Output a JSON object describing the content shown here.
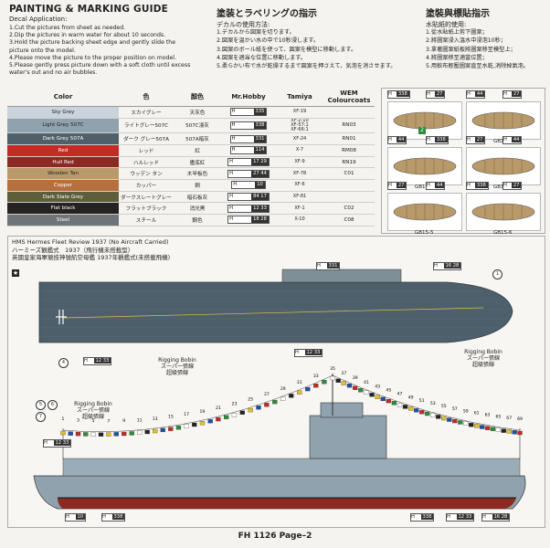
{
  "header": {
    "title": "PAINTING & MARKING GUIDE",
    "decal_application": "Decal Application:",
    "steps_en": [
      "1.Cut the pictures from sheet as needed.",
      "2.Dip the pictures in warm water for about  10 seconds.",
      "3.Hold the picture backing sheet edge and gently slide the picture onto the model.",
      "4.Please move the picture to the proper position on model.",
      "5.Please gently press picture down with a soft cloth until excess water's out and no air bubbles."
    ],
    "jp_title": "塗装とラベリングの指示",
    "jp_sub": "デカルの使用方法:",
    "steps_jp": [
      "1.デカルから図案を切ります。",
      "2.図案を温かい水の中で10秒浸します。",
      "3.図案のボール紙を使って、図案を模型に移動します。",
      "4.図案を適当な位置に移動します。",
      "5.柔らかい布で水が乾燥するまで図案を押さえて、気泡を消させます。"
    ],
    "zh_title": "塗裝與標貼指示",
    "zh_sub": "水貼紙的使用:",
    "steps_zh": [
      "1.從水貼紙上剪下圖案；",
      "2.將圖案浸入溫水中浸泡10秒；",
      "3.拿著圖案紙板將圖案移至模型上；",
      "4.將圖案移至適當位置；",
      "5.用軟布輕壓圖案直至水乾,消除掉氣泡。"
    ]
  },
  "color_table": {
    "headers": [
      "Color",
      "色",
      "顏色",
      "Mr.Hobby",
      "Tamiya",
      "WEM Colourcoats"
    ],
    "rows": [
      {
        "swatch": "#c9d3dc",
        "en": "Sky Grey",
        "jp": "スカイグレー",
        "zh": "天灰色",
        "hobby": "H",
        "hobby_n": "335",
        "tamiya": "XF-19",
        "wem": ""
      },
      {
        "swatch": "#8fa2ae",
        "en": "Light Grey 507C",
        "jp": "ライトグレー507C",
        "zh": "507C淺灰",
        "hobby": "H",
        "hobby_n": "338",
        "tamiya": "XF-2:10\nXF-57:1\nXF-66:1",
        "wem": "RN03"
      },
      {
        "swatch": "#50606b",
        "en": "Dark Grey 507A",
        "jp": "ダーク グレー507A",
        "zh": "507A暗灰",
        "hobby": "H",
        "hobby_n": "331",
        "tamiya": "XF-24",
        "wem": "RN01"
      },
      {
        "swatch": "#c52a24",
        "en": "Red",
        "jp": "レッド",
        "zh": "紅",
        "hobby": "H",
        "hobby_n": "114",
        "tamiya": "X-7",
        "wem": "RM08"
      },
      {
        "swatch": "#8a2a22",
        "en": "Hull Red",
        "jp": "ハルレッド",
        "zh": "艦底紅",
        "hobby": "H",
        "hobby_n": "17 29",
        "tamiya": "XF-9",
        "wem": "RN19"
      },
      {
        "swatch": "#b89a6a",
        "en": "Wooden Tan",
        "jp": "ウッデン タン",
        "zh": "木甲板色",
        "hobby": "H",
        "hobby_n": "27 44",
        "tamiya": "XF-78",
        "wem": "C01"
      },
      {
        "swatch": "#b5703e",
        "en": "Copper",
        "jp": "カッパー",
        "zh": "銅",
        "hobby": "H",
        "hobby_n": "10",
        "tamiya": "XF-6",
        "wem": ""
      },
      {
        "swatch": "#5e5f3a",
        "en": "Dark Slate Grey",
        "jp": "ダークスレートグレー",
        "zh": "暗石板灰",
        "hobby": "H",
        "hobby_n": "84 17",
        "tamiya": "XF-81",
        "wem": ""
      },
      {
        "swatch": "#232323",
        "en": "Flat black",
        "jp": "フラットブラック",
        "zh": "消光黑",
        "hobby": "H",
        "hobby_n": "12 33",
        "tamiya": "XF-1",
        "wem": "C02"
      },
      {
        "swatch": "#6f7478",
        "en": "Steel",
        "jp": "スチール",
        "zh": "鋼色",
        "hobby": "H",
        "hobby_n": "18 28",
        "tamiya": "X-10",
        "wem": "C08"
      }
    ]
  },
  "boats": {
    "labels": [
      "GB15-2",
      "GB15-3",
      "GB15-4",
      "GB15-5",
      "GB15-6",
      "GB15-7"
    ],
    "chips": [
      "338",
      "27",
      "44",
      "27",
      "44",
      "338",
      "27",
      "44",
      "27",
      "44",
      "338",
      "27",
      "44",
      "338",
      "27",
      "44",
      "338",
      "338",
      "27",
      "44"
    ],
    "badge": "2"
  },
  "fleet": {
    "title_en": "HMS Hermes Fleet Review 1937 (No Aircraft Carried)",
    "title_jp": "ハーミーズ観艦式　1937（飛行機未搭載型）",
    "title_zh": "英國皇家海軍競技神號航空母艦 1937年觀艦式(未搭載飛機)",
    "rigging_en": "Rigging Bobin",
    "rigging_jp": "スーパー張線",
    "rigging_zh": "超級張線",
    "flag_numbers_top": [
      "69",
      "68",
      "67",
      "66",
      "65",
      "64",
      "63",
      "62",
      "61",
      "60",
      "59",
      "58",
      "57",
      "56",
      "55",
      "54",
      "53",
      "52",
      "51",
      "50",
      "49",
      "48",
      "47",
      "46",
      "45",
      "44",
      "43",
      "42",
      "41",
      "40",
      "39",
      "38",
      "37",
      "36",
      "35",
      "34",
      "33",
      "32",
      "31",
      "30",
      "29",
      "28",
      "27",
      "26",
      "25",
      "24",
      "23",
      "22",
      "21",
      "20",
      "19",
      "18",
      "17",
      "16",
      "15",
      "14",
      "13",
      "12",
      "11",
      "10",
      "9",
      "8",
      "7",
      "6",
      "5",
      "4",
      "3",
      "2",
      "1"
    ],
    "callouts": [
      "1",
      "4",
      "5",
      "6",
      "7"
    ],
    "chips": {
      "deck_top": "331",
      "deck_right": "16 28",
      "deck_bottom": "12 33",
      "hull_left_a": "12 33",
      "hull_bottom_a": "10",
      "hull_bottom_b": "338",
      "hull_bottom_c": "338",
      "hull_bottom_d": "12 33",
      "hull_bottom_e": "16 28"
    }
  },
  "footer": {
    "text": "FH 1126  Page–2"
  }
}
